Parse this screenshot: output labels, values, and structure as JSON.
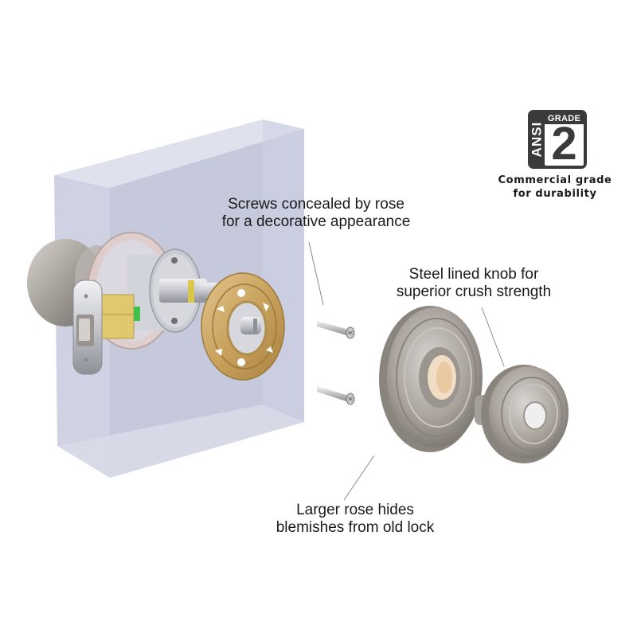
{
  "badge": {
    "vertical_text": "ANSI",
    "grade_label": "GRADE",
    "grade_number": "2",
    "caption_line1": "Commercial grade",
    "caption_line2": "for durability",
    "color": "#3a3a3a"
  },
  "callouts": {
    "screws": {
      "line1": "Screws concealed by rose",
      "line2": "for a decorative appearance"
    },
    "knob": {
      "line1": "Steel lined knob for",
      "line2": "superior crush strength"
    },
    "rose": {
      "line1": "Larger rose hides",
      "line2": "blemishes from old lock"
    }
  },
  "illustration": {
    "door_color": "#c9cde0",
    "brass_color": "#c9a25e",
    "metal_color": "#a8a29c",
    "components": [
      "door-block",
      "inside-knob",
      "latch",
      "lock-chassis",
      "mounting-plate",
      "screws",
      "rose",
      "outside-knob"
    ]
  }
}
